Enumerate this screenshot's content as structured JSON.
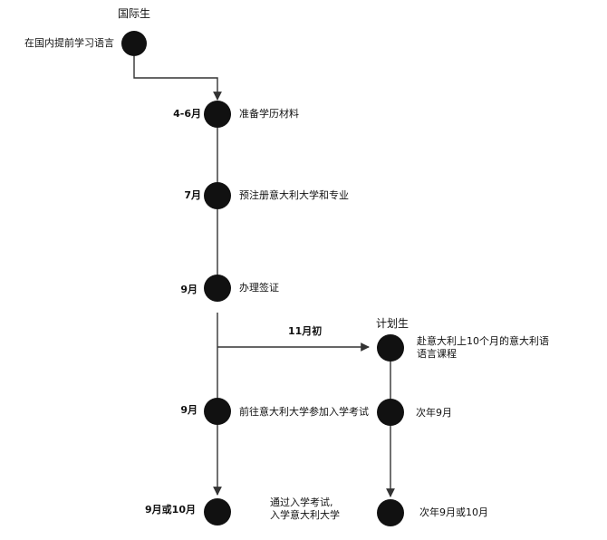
{
  "headers": {
    "international": "国际生",
    "plan": "计划生"
  },
  "steps": {
    "s0": "在国内提前学习语言",
    "s1_date": "4-6月",
    "s1_text": "准备学历材料",
    "s2_date": "7月",
    "s2_text": "预注册意大利大学和专业",
    "s3_date": "9月",
    "s3_text": "办理签证",
    "branch_label": "11月初",
    "p1_text_line1": "赴意大利上10个月的意大利语",
    "p1_text_line2": "语言课程",
    "s4_date": "9月",
    "s4_text": "前往意大利大学参加入学考试",
    "p2_text": "次年9月",
    "s5_date": "9月或10月",
    "s5_text_line1": "通过入学考试,",
    "s5_text_line2": "入学意大利大学",
    "p3_text": "次年9月或10月"
  },
  "colors": {
    "node": "#111111",
    "line": "#333333"
  }
}
